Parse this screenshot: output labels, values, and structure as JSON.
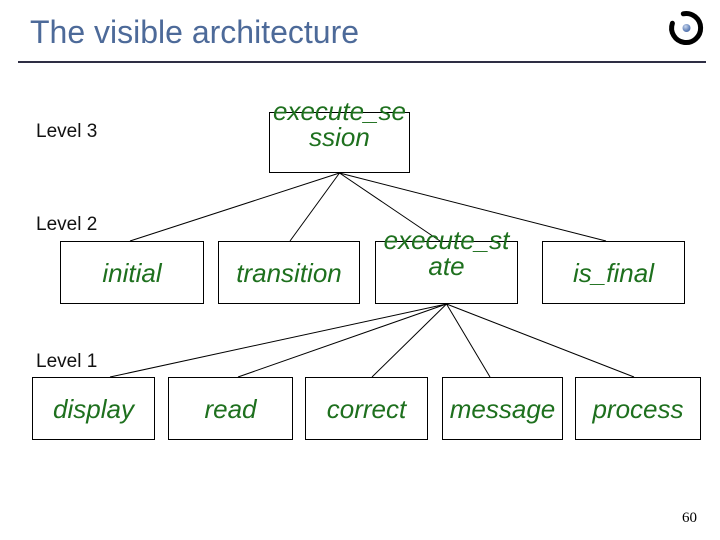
{
  "slide": {
    "title": "The visible architecture",
    "page_number": "60"
  },
  "colors": {
    "title_text": "#4d6a99",
    "title_rule": "#2e2e44",
    "node_text": "#1e701e",
    "node_border": "#000000",
    "connector": "#000000",
    "logo_ring": "#000000",
    "logo_dot": "#4a6fae",
    "background": "#ffffff"
  },
  "diagram": {
    "levels": [
      {
        "name": "Level 3",
        "nodes": [
          {
            "id": "execute_session",
            "label": "execute_se\nssion"
          }
        ]
      },
      {
        "name": "Level 2",
        "nodes": [
          {
            "id": "initial",
            "label": "initial"
          },
          {
            "id": "transition",
            "label": "transition"
          },
          {
            "id": "execute_state",
            "label": "execute_st\nate"
          },
          {
            "id": "is_final",
            "label": "is_final"
          }
        ]
      },
      {
        "name": "Level 1",
        "nodes": [
          {
            "id": "display",
            "label": "display"
          },
          {
            "id": "read",
            "label": "read"
          },
          {
            "id": "correct",
            "label": "correct"
          },
          {
            "id": "message",
            "label": "message"
          },
          {
            "id": "process",
            "label": "process"
          }
        ]
      }
    ],
    "edges": [
      {
        "from": "execute_session",
        "to": "initial"
      },
      {
        "from": "execute_session",
        "to": "transition"
      },
      {
        "from": "execute_session",
        "to": "execute_state"
      },
      {
        "from": "execute_session",
        "to": "is_final"
      },
      {
        "from": "execute_state",
        "to": "display"
      },
      {
        "from": "execute_state",
        "to": "read"
      },
      {
        "from": "execute_state",
        "to": "correct"
      },
      {
        "from": "execute_state",
        "to": "message"
      },
      {
        "from": "execute_state",
        "to": "process"
      }
    ]
  }
}
